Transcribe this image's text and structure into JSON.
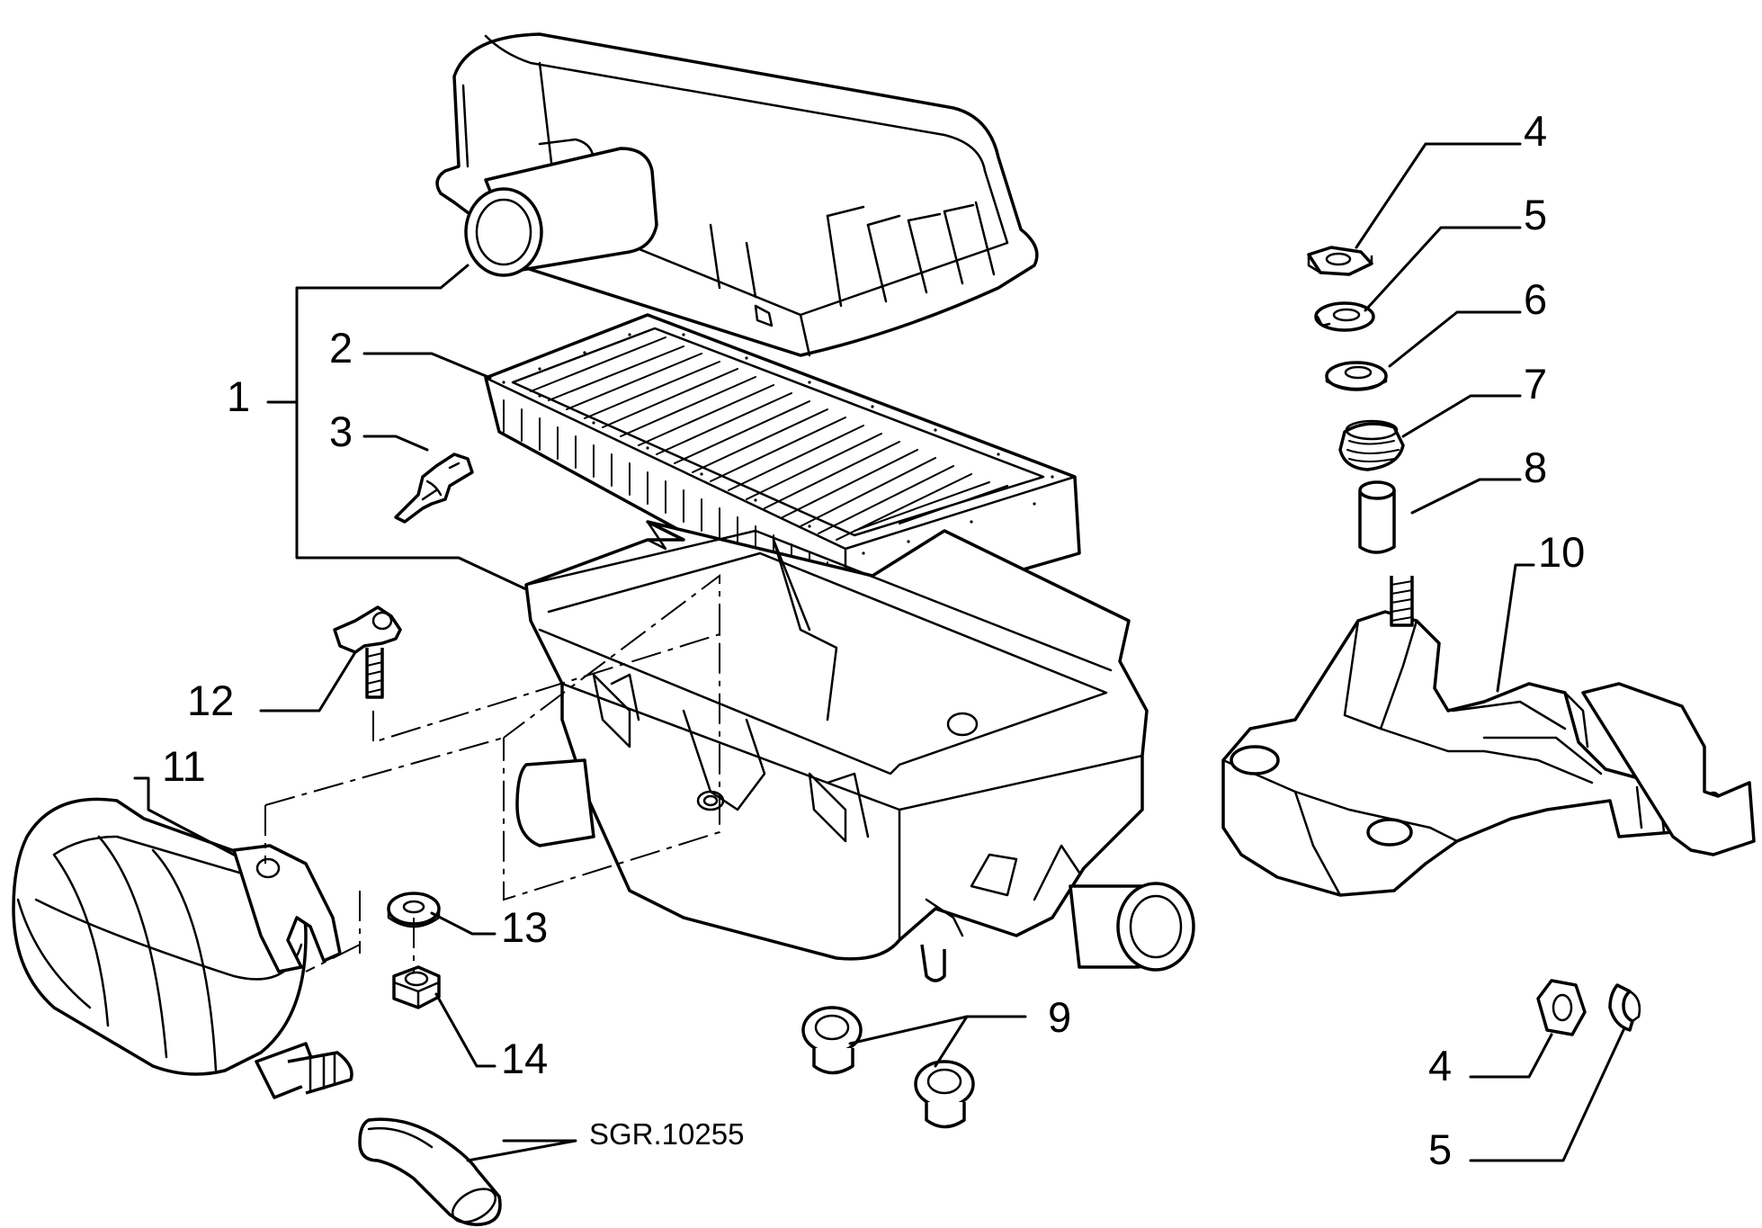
{
  "drawing_reference": "SGR.10255",
  "callouts": [
    {
      "id": "c1",
      "text": "1"
    },
    {
      "id": "c2",
      "text": "2"
    },
    {
      "id": "c3",
      "text": "3"
    },
    {
      "id": "c4a",
      "text": "4"
    },
    {
      "id": "c5a",
      "text": "5"
    },
    {
      "id": "c6",
      "text": "6"
    },
    {
      "id": "c7",
      "text": "7"
    },
    {
      "id": "c8",
      "text": "8"
    },
    {
      "id": "c9",
      "text": "9"
    },
    {
      "id": "c10",
      "text": "10"
    },
    {
      "id": "c11",
      "text": "11"
    },
    {
      "id": "c12",
      "text": "12"
    },
    {
      "id": "c13",
      "text": "13"
    },
    {
      "id": "c14",
      "text": "14"
    },
    {
      "id": "c4b",
      "text": "4"
    },
    {
      "id": "c5b",
      "text": "5"
    }
  ]
}
